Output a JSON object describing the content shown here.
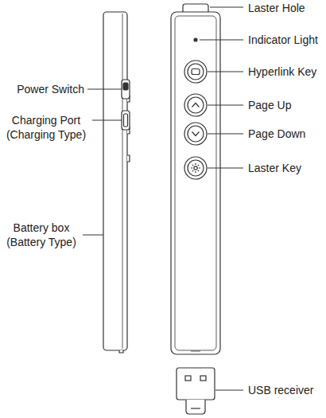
{
  "diagram": {
    "labels": [
      "Laster Hole",
      "Indicator Light",
      "Hyperlink Key",
      "Page Up",
      "Page Down",
      "Laster Key",
      "Power Switch",
      "Charging Port (Charging Type)",
      "Battery box (Battery Type)",
      "USB receiver"
    ]
  }
}
